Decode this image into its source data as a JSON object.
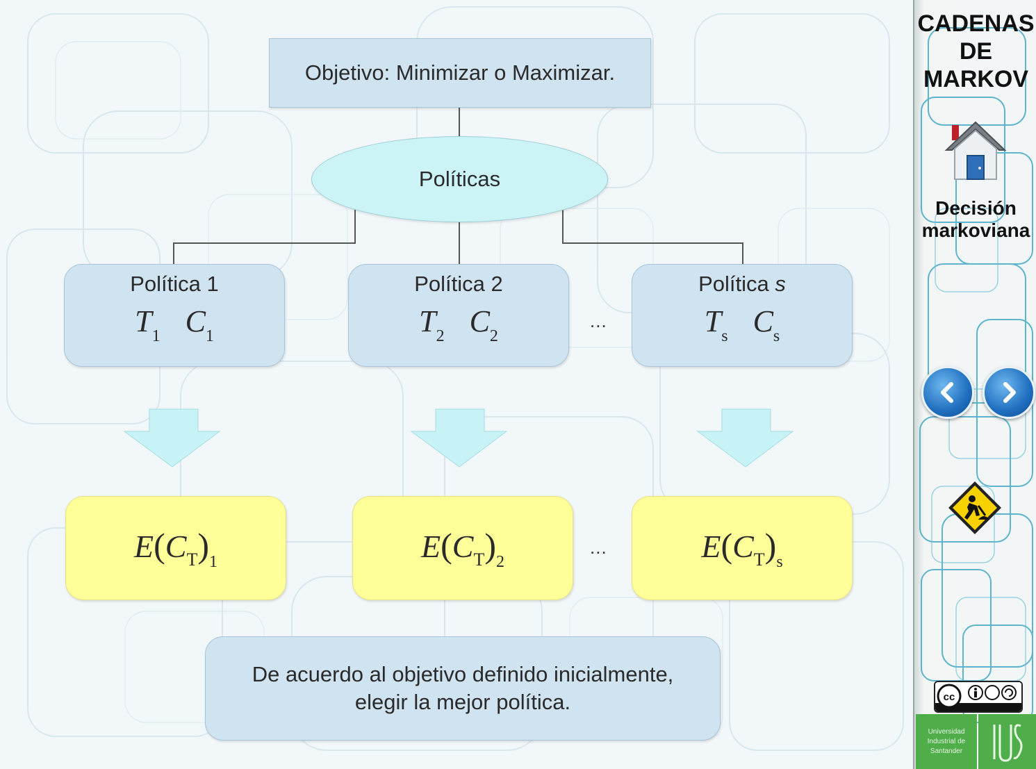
{
  "diagram": {
    "objective": "Objetivo: Minimizar o Maximizar.",
    "policies_label": "Políticas",
    "policies": [
      {
        "title": "Política 1",
        "t_sub": "1",
        "c_sub": "1"
      },
      {
        "title": "Política 2",
        "t_sub": "2",
        "c_sub": "2"
      },
      {
        "title_prefix": "Política ",
        "title_var": "s",
        "t_sub": "s",
        "c_sub": "s"
      }
    ],
    "expectations": [
      {
        "outer_sub": "1"
      },
      {
        "outer_sub": "2"
      },
      {
        "outer_sub": "s"
      }
    ],
    "ellipsis": "...",
    "conclusion_line1": "De acuerdo al objetivo definido inicialmente,",
    "conclusion_line2": "elegir la mejor política."
  },
  "sidebar": {
    "title": "CADENAS\nDE\nMARKOV",
    "section_label": "Decisión\nmarkoviana",
    "university": "Universidad\nIndustrial de\nSantander"
  },
  "icons": {
    "home": "home-icon",
    "prev": "chevron-left-icon",
    "next": "chevron-right-icon",
    "construction": "construction-icon",
    "license": "cc-by-nc-sa-icon",
    "uis": "uis-logo-icon"
  },
  "colors": {
    "box_blue": "#cfe3f0",
    "ellipse_cyan": "#ccf4f7",
    "arrow_cyan": "#c7f3f6",
    "expectation_yellow": "#ffff99",
    "nav_blue": "#1f6fbf",
    "logo_green": "#4fae4a"
  }
}
